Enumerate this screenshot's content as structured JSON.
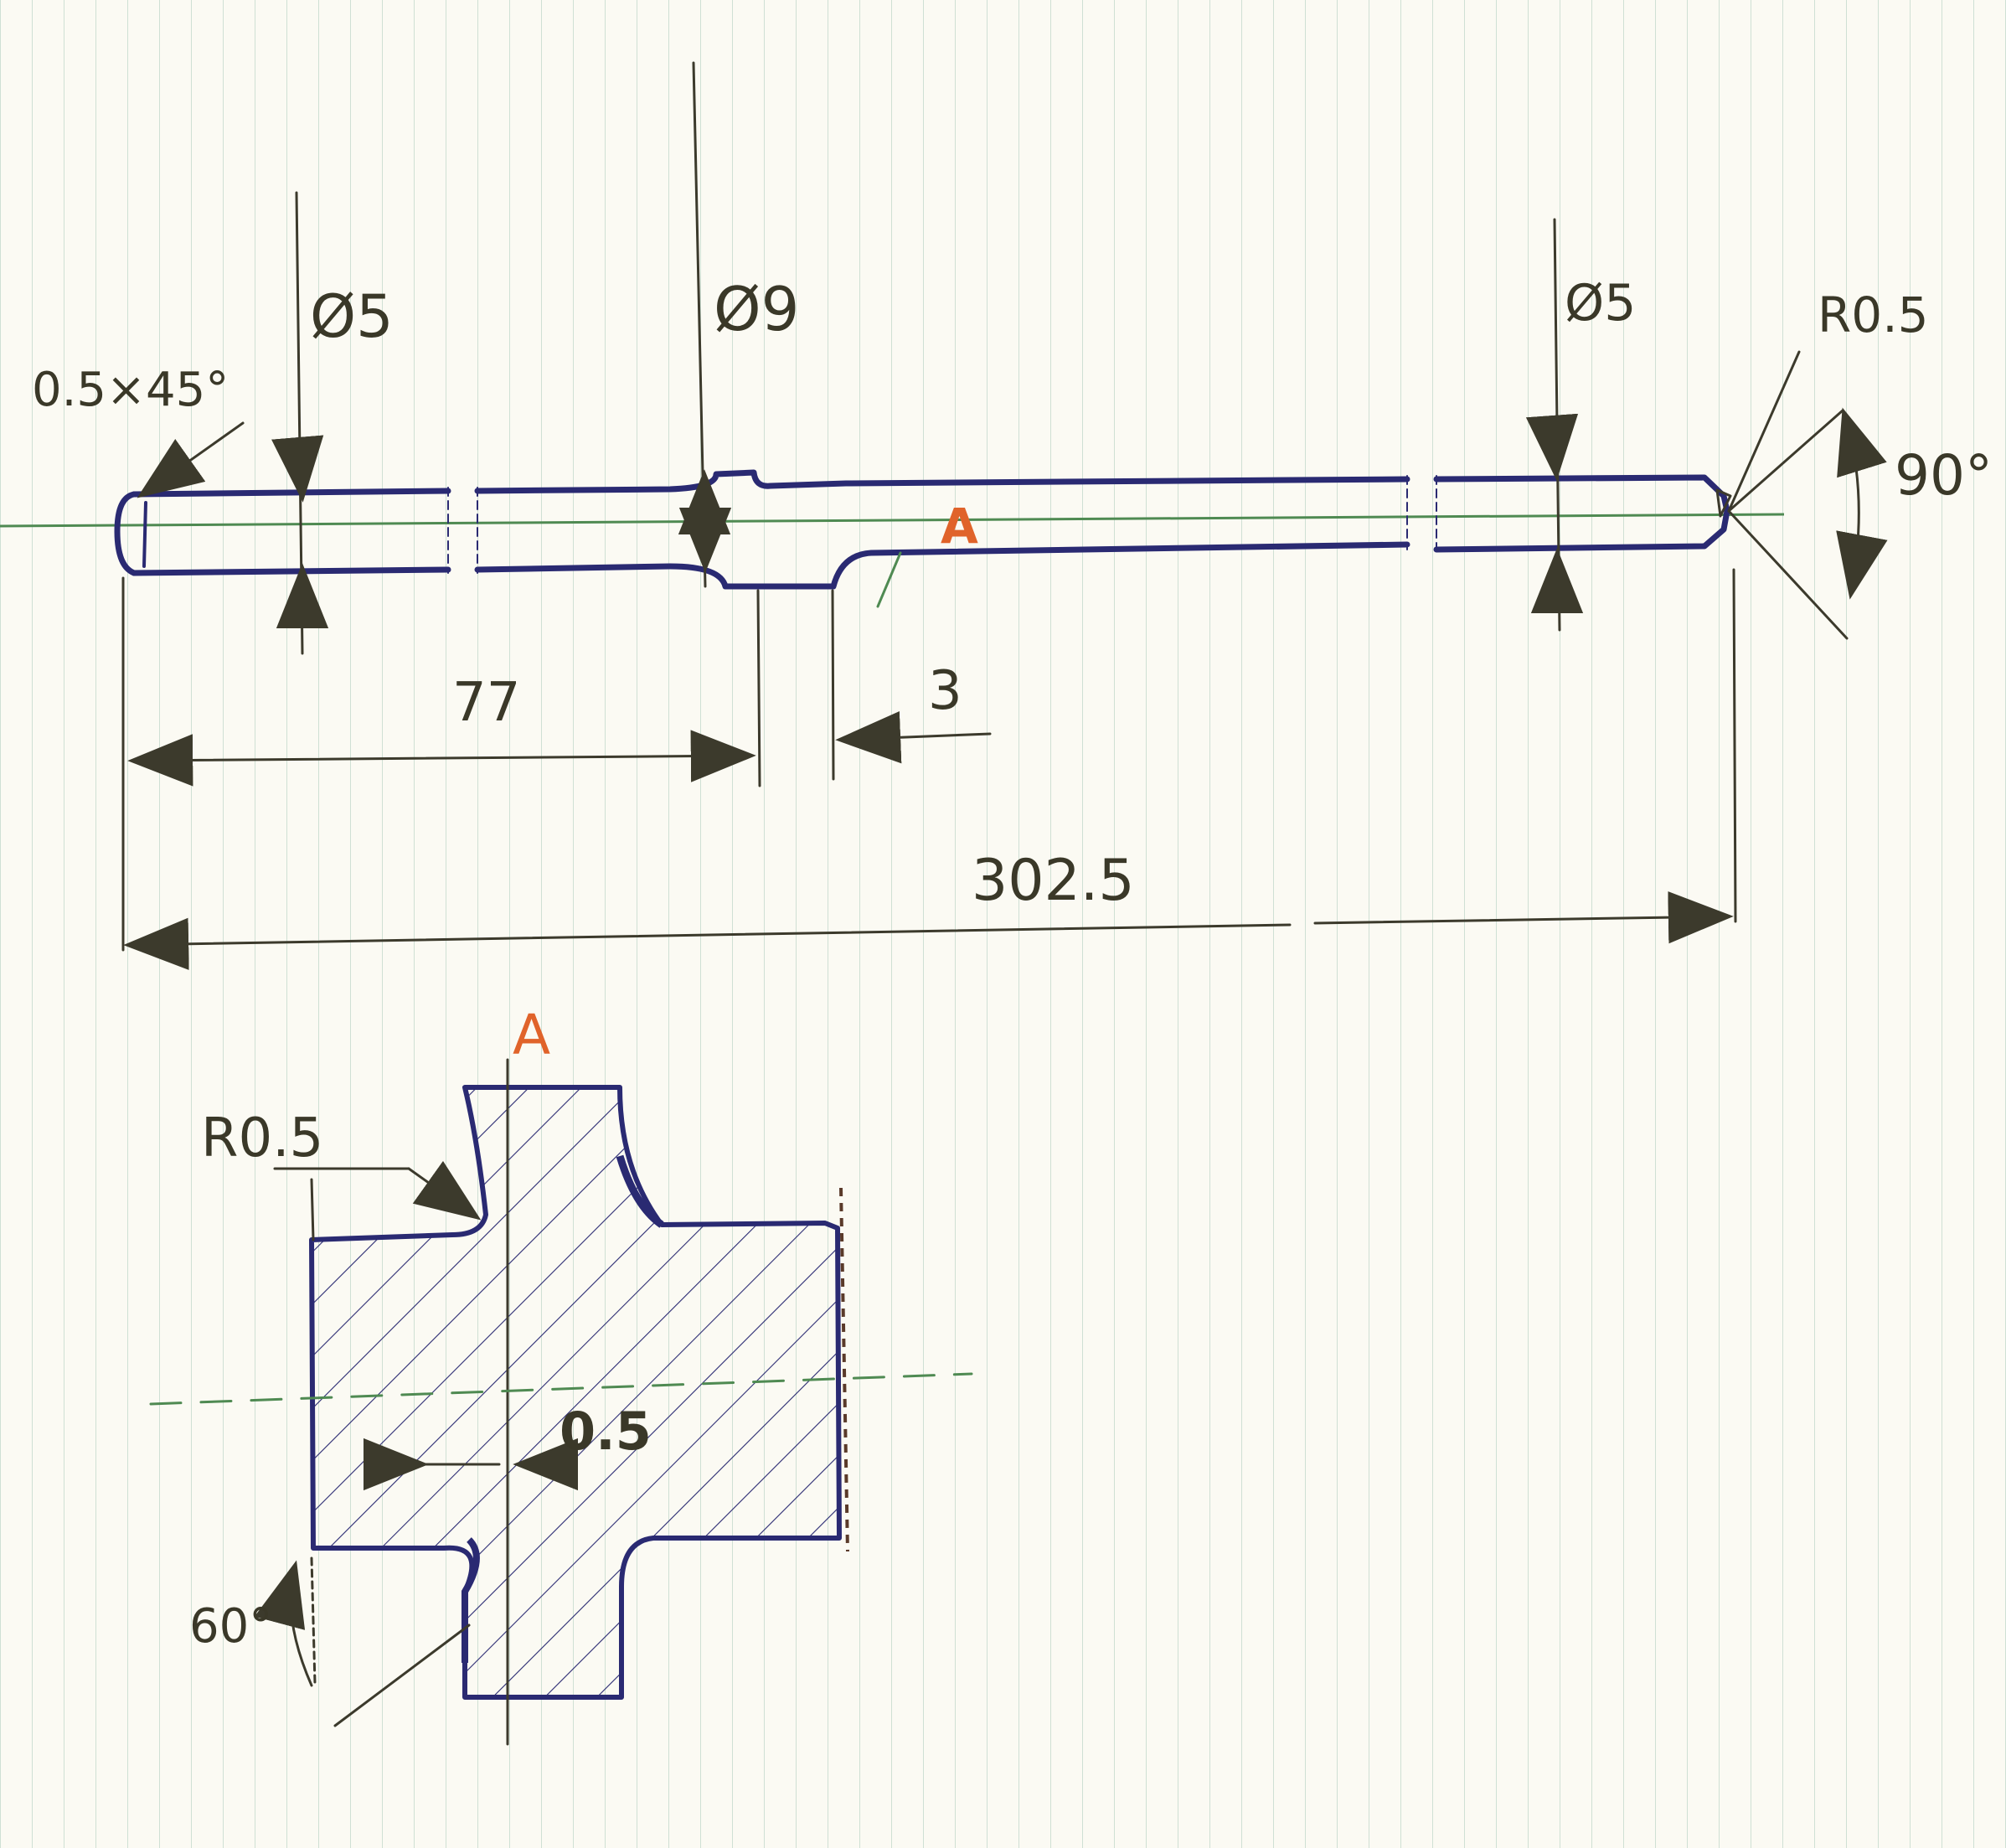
{
  "colors": {
    "paper": "#fbfaf3",
    "grid": "#cfe0d4",
    "outline_ink": "#2a2a72",
    "pencil": "#3c3a2c",
    "centerline": "#4f8a52",
    "section_label": "#e0632a"
  },
  "top_view": {
    "chamfer_label": "0.5×45°",
    "left_diameter_label": "Ø5",
    "mid_diameter_label": "Ø9",
    "right_diameter_label": "Ø5",
    "tip_radius_label": "R0.5",
    "tip_angle_label": "90°",
    "section_marker": "A",
    "dim_left_to_collar": "77",
    "dim_collar_width": "3",
    "dim_total_length": "302.5"
  },
  "section_view": {
    "title": "A",
    "fillet_label": "R0.5",
    "offset_label": "0.5",
    "angle_label": "60°"
  }
}
